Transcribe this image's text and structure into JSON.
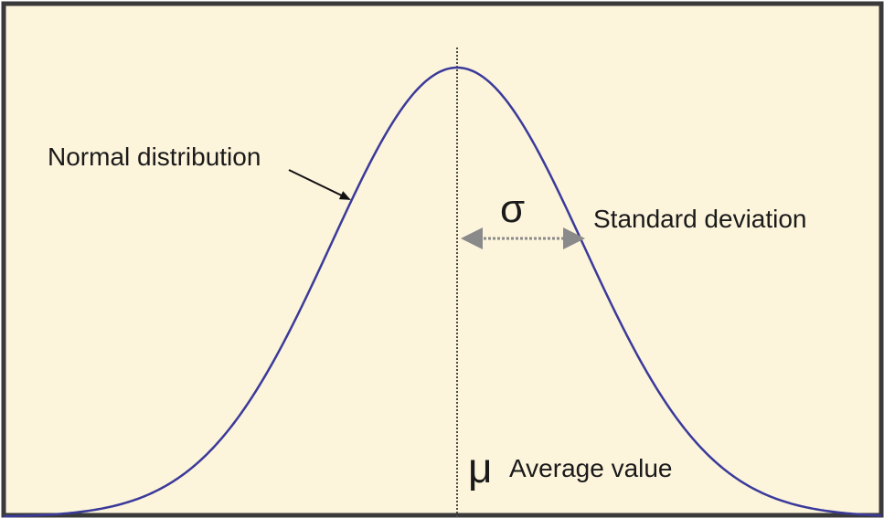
{
  "labels": {
    "curve_label": "Normal distribution",
    "sigma_symbol": "σ",
    "sigma_label": "Standard deviation",
    "mu_symbol": "μ",
    "mu_label": "Average value"
  },
  "colors": {
    "background": "#fdf4dc",
    "frame": "#3a3a3a",
    "curve": "#3a3a9a",
    "mean_line": "#4a4a4a",
    "sigma_arrow": "#8a8a8a",
    "pointer_arrow": "#111111"
  }
}
